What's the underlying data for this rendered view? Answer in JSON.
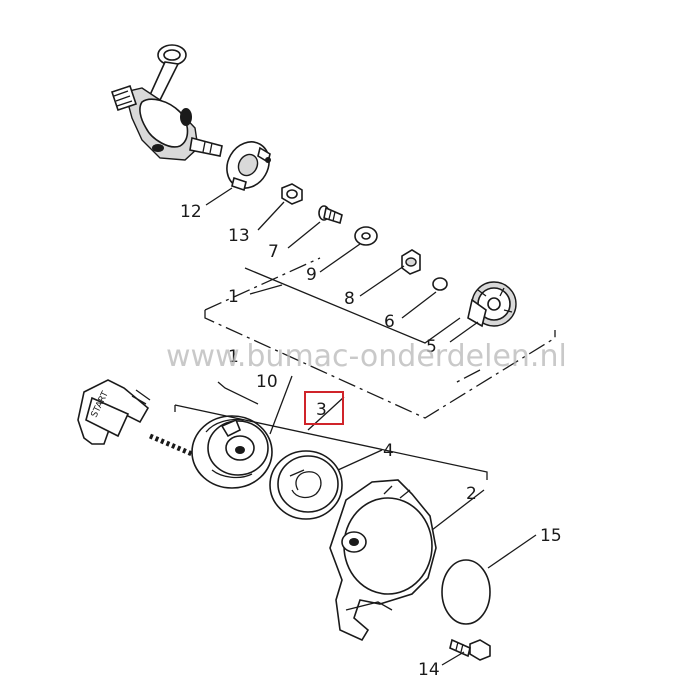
{
  "watermark": "www.bumac-onderdelen.nl",
  "highlight_color": "#d0242a",
  "handle_text": "START",
  "callouts": {
    "c1a": "1",
    "c1b": "1",
    "c2": "2",
    "c3": "3",
    "c4": "4",
    "c5": "5",
    "c6": "6",
    "c7": "7",
    "c8": "8",
    "c9": "9",
    "c10": "10",
    "c12": "12",
    "c13": "13",
    "c14": "14",
    "c15": "15"
  }
}
